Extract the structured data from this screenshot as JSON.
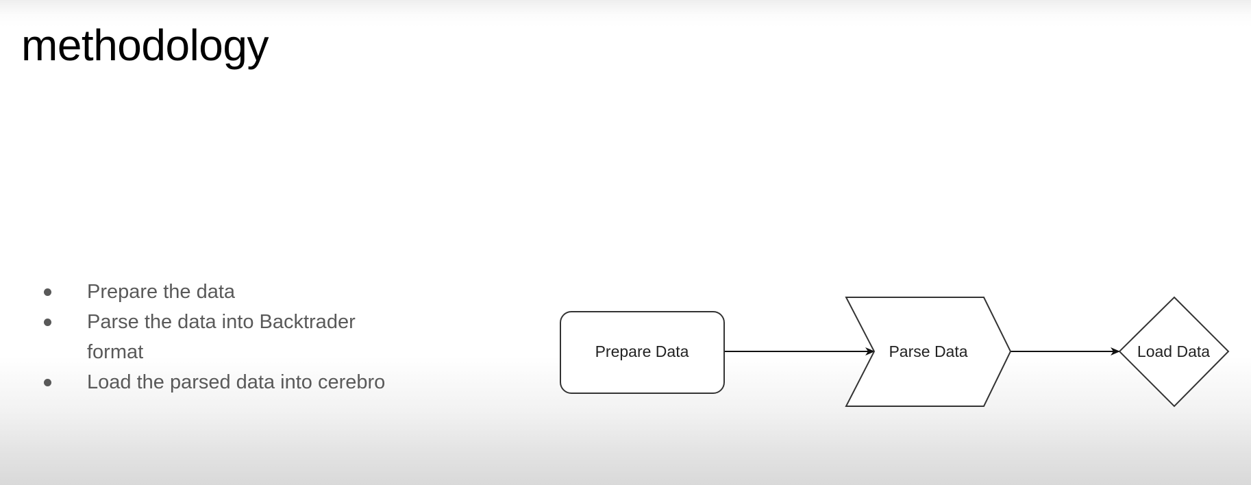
{
  "slide": {
    "title": "methodology",
    "bullets": [
      "Prepare the data",
      "Parse the data into Backtrader format",
      "Load the parsed data into cerebro"
    ]
  },
  "flowchart": {
    "nodes": [
      {
        "id": "prepare",
        "shape": "rounded-rectangle",
        "label": "Prepare Data"
      },
      {
        "id": "parse",
        "shape": "chevron",
        "label": "Parse Data"
      },
      {
        "id": "load",
        "shape": "diamond",
        "label": "Load Data"
      }
    ],
    "edges": [
      {
        "from": "prepare",
        "to": "parse"
      },
      {
        "from": "parse",
        "to": "load"
      }
    ]
  },
  "colors": {
    "title": "#000000",
    "bullet_text": "#595959",
    "shape_stroke": "#333333",
    "shape_fill": "#ffffff"
  }
}
